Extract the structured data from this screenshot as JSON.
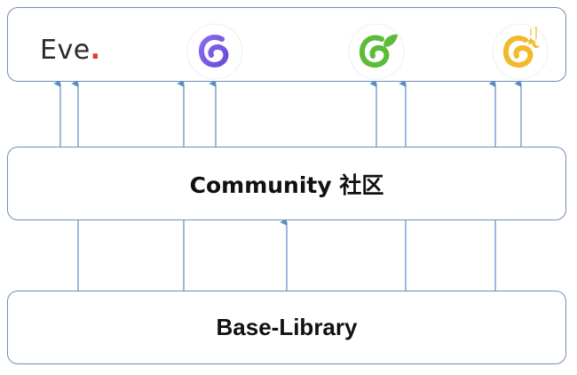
{
  "top_box": {
    "eve_logo": {
      "text": "Eve",
      "dot": "."
    },
    "app_logos": [
      {
        "icon": "purple-g-logo-icon",
        "color": "#7a5ce0"
      },
      {
        "icon": "green-g-leaf-logo-icon",
        "color": "#5dbb3a"
      },
      {
        "icon": "yellow-g-star-logo-icon",
        "color": "#f2b92c"
      }
    ]
  },
  "community": {
    "label": "Community 社区"
  },
  "base": {
    "label": "Base-Library"
  },
  "colors": {
    "border": "#6f8fb0",
    "arrow": "#5b8cc6",
    "eve_dot": "#e23b2e"
  }
}
